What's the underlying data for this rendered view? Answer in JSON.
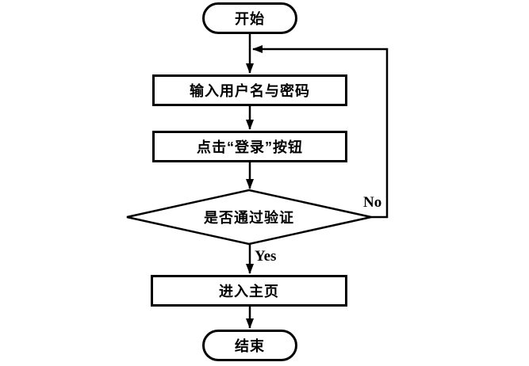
{
  "flowchart": {
    "nodes": {
      "start": {
        "label": "开始",
        "type": "terminator"
      },
      "input": {
        "label": "输入用户名与密码",
        "type": "process"
      },
      "click": {
        "label": "点击“登录”按钮",
        "type": "process"
      },
      "decision": {
        "label": "是否通过验证",
        "type": "decision"
      },
      "home": {
        "label": "进入主页",
        "type": "process"
      },
      "end": {
        "label": "结束",
        "type": "terminator"
      }
    },
    "edge_labels": {
      "yes": "Yes",
      "no": "No"
    },
    "colors": {
      "stroke": "#000000",
      "fill": "#ffffff"
    }
  }
}
